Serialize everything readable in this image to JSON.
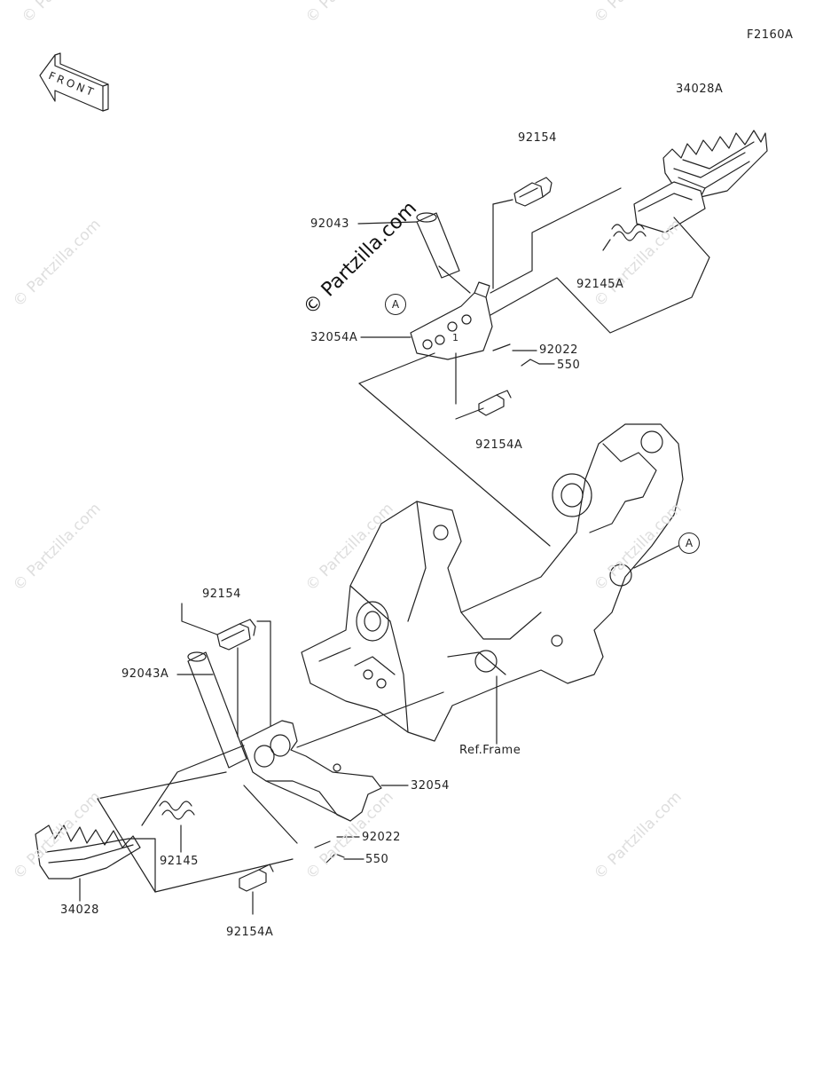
{
  "diagram_code": "F2160A",
  "front_label": "FRONT",
  "ref_label": "Ref.Frame",
  "callout_letter": "A",
  "sub_mark": "1",
  "watermark_small": "© Partzilla.com",
  "watermark_large": "© Partzilla.com",
  "parts": {
    "p34028A": "34028A",
    "p92154_top": "92154",
    "p92043": "92043",
    "p92145A": "92145A",
    "p32054A": "32054A",
    "p92022_top": "92022",
    "p550_top": "550",
    "p92154A_top": "92154A",
    "p92154_bot": "92154",
    "p92043A": "92043A",
    "p32054": "32054",
    "p92022_bot": "92022",
    "p550_bot": "550",
    "p92145": "92145",
    "p34028": "34028",
    "p92154A_bot": "92154A"
  }
}
